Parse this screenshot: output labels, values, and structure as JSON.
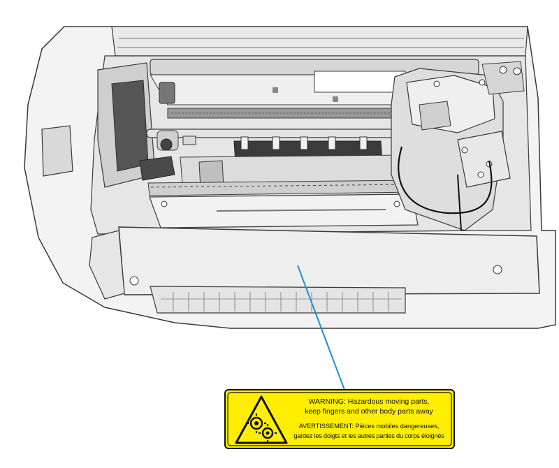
{
  "warning_label": {
    "line_en_1": "WARNING:  Hazardous moving parts,",
    "line_en_2": "keep fingers and other body parts away",
    "line_fr_1": "AVERTISSEMENT:  Pièces mobiles dangereuses,",
    "line_fr_2": "gardez les doigts et les autres parties du corps éloignés",
    "background_color": "#ffee00",
    "border_color": "#111111",
    "icon": "moving-gears-warning-icon"
  },
  "callout": {
    "color": "#1a8fd6"
  },
  "colors": {
    "body": "#f2f2f2",
    "outline": "#3a3a3a",
    "interior_dark": "#4a4a4a"
  }
}
